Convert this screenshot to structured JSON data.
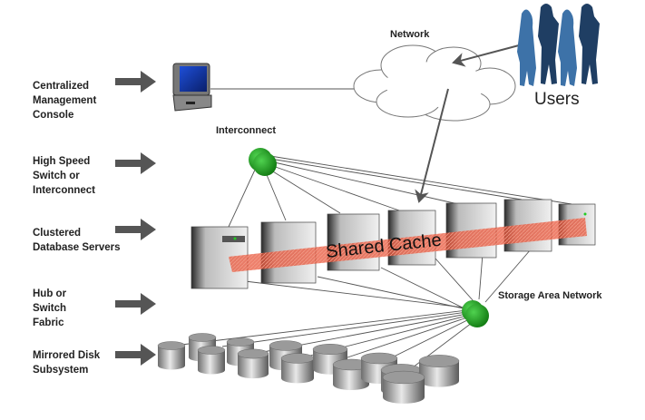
{
  "diagram": {
    "layers": [
      {
        "id": "console",
        "label": "Centralized\nManagement\nConsole"
      },
      {
        "id": "interconnect",
        "label": "High Speed\nSwitch or\nInterconnect"
      },
      {
        "id": "servers",
        "label": "Clustered\nDatabase Servers"
      },
      {
        "id": "fabric",
        "label": "Hub or\nSwitch\nFabric"
      },
      {
        "id": "disks",
        "label": "Mirrored Disk\nSubsystem"
      }
    ],
    "nodes": {
      "network": "Network",
      "users": "Users",
      "interconnect": "Interconnect",
      "san": "Storage Area Network",
      "shared_cache": "Shared Cache"
    },
    "colors": {
      "arrow": "#555555",
      "switch_green": "#22aa22",
      "cache_band": "#e8553a",
      "user_light": "#3d72a8",
      "user_dark": "#1f3e63",
      "monitor_screen": "#1e4fd8"
    },
    "server_count": 7,
    "disk_count": 13
  }
}
